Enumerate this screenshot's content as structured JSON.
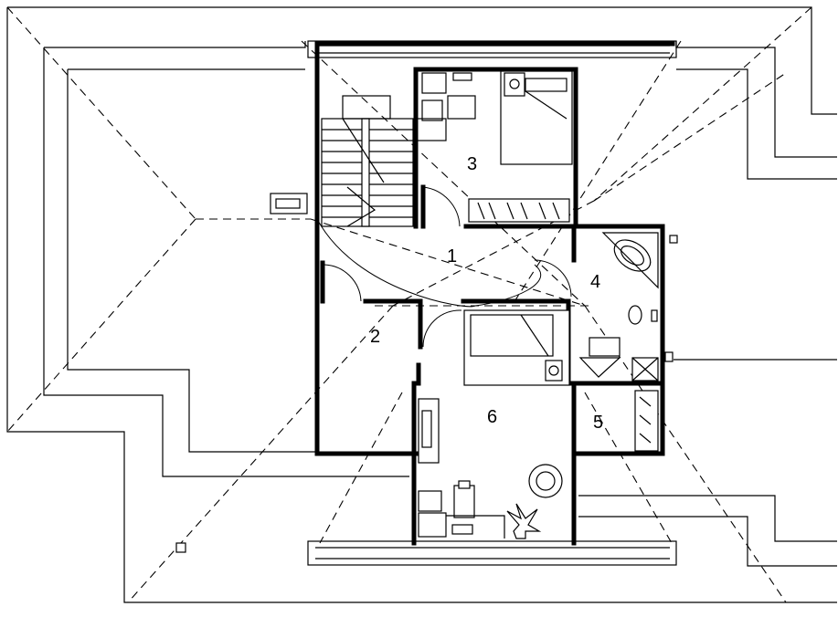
{
  "plan": {
    "rooms": [
      {
        "id": "r1",
        "label": "1"
      },
      {
        "id": "r2",
        "label": "2"
      },
      {
        "id": "r3",
        "label": "3"
      },
      {
        "id": "r4",
        "label": "4"
      },
      {
        "id": "r5",
        "label": "5"
      },
      {
        "id": "r6",
        "label": "6"
      }
    ]
  }
}
